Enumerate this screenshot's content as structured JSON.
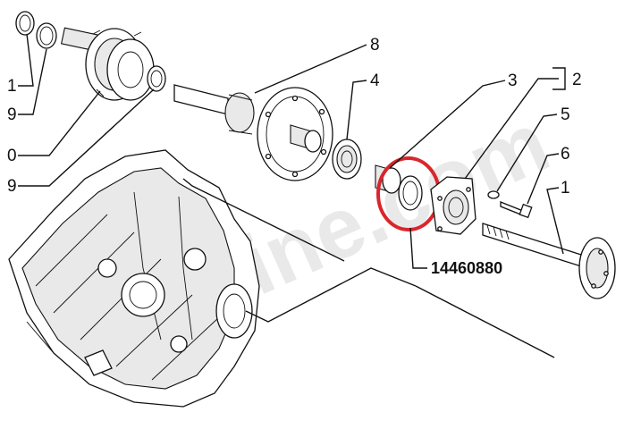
{
  "diagram": {
    "callouts": {
      "c1_left": "1",
      "c9_top": "9",
      "c0": "0",
      "c9_bottom": "9",
      "c8": "8",
      "c4": "4",
      "c3": "3",
      "c2": "2",
      "c5": "5",
      "c6": "6",
      "c1_right": "1"
    },
    "highlight": {
      "part_number": "14460880",
      "color": "#d9262c"
    },
    "watermark": "Spitline.com"
  }
}
